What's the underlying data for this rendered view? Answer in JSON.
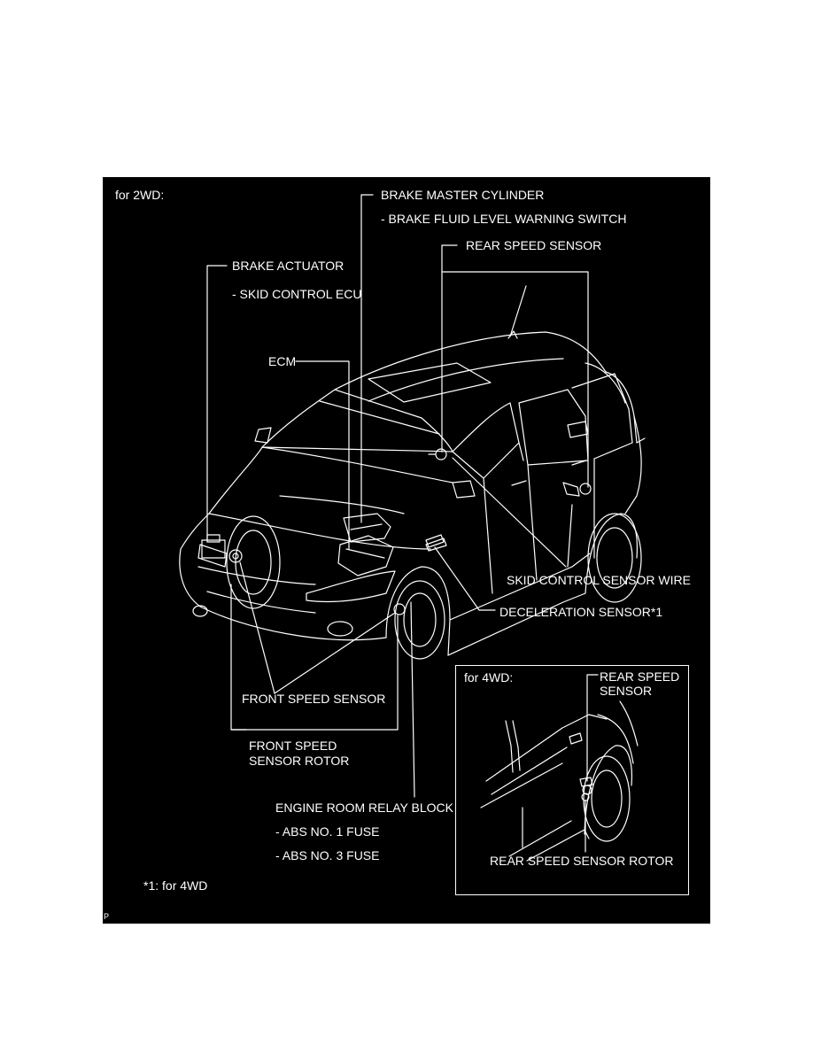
{
  "colors": {
    "background": "#000000",
    "lines": "#ffffff",
    "page": "#ffffff"
  },
  "diagram": {
    "title_2wd": "for 2WD:",
    "title_4wd": "for 4WD:",
    "footnote": "*1: for 4WD",
    "corner_mark": "P",
    "labels": {
      "brake_master_cylinder": "BRAKE MASTER CYLINDER",
      "brake_fluid_switch": "- BRAKE FLUID LEVEL WARNING SWITCH",
      "rear_speed_sensor": "REAR SPEED SENSOR",
      "brake_actuator": "BRAKE ACTUATOR",
      "skid_control_ecu": "- SKID CONTROL ECU",
      "ecm": "ECM",
      "skid_control_sensor_wire": "SKID CONTROL SENSOR WIRE",
      "deceleration_sensor": "DECELERATION SENSOR*1",
      "front_speed_sensor": "FRONT SPEED SENSOR",
      "front_speed_sensor_rotor_1": "FRONT SPEED",
      "front_speed_sensor_rotor_2": "SENSOR ROTOR",
      "engine_room_relay_block": "ENGINE ROOM RELAY BLOCK",
      "abs_no1_fuse": "- ABS NO. 1 FUSE",
      "abs_no3_fuse": "- ABS NO. 3 FUSE",
      "rear_speed_sensor_4wd_1": "REAR SPEED",
      "rear_speed_sensor_4wd_2": "SENSOR",
      "rear_speed_sensor_rotor": "REAR SPEED SENSOR ROTOR"
    }
  }
}
